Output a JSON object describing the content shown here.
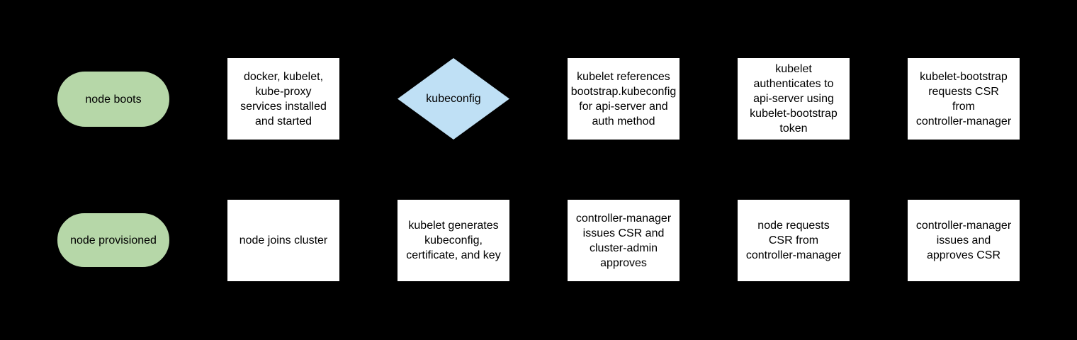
{
  "colors": {
    "background": "#000000",
    "terminator_fill": "#b6d7a8",
    "process_fill": "#ffffff",
    "decision_fill": "#bfe0f5",
    "text": "#000000"
  },
  "diagram": {
    "rows": [
      {
        "nodes": [
          {
            "type": "terminator",
            "label": "node boots"
          },
          {
            "type": "process",
            "label": "docker, kubelet,\nkube-proxy\nservices installed\nand started"
          },
          {
            "type": "decision",
            "label": "kubeconfig"
          },
          {
            "type": "process",
            "label": "kubelet references\nbootstrap.kubeconfig\nfor api-server and\nauth method"
          },
          {
            "type": "process",
            "label": "kubelet\nauthenticates to\napi-server using\nkubelet-bootstrap\ntoken"
          },
          {
            "type": "process",
            "label": "kubelet-bootstrap\nrequests CSR\nfrom\ncontroller-manager"
          }
        ]
      },
      {
        "nodes": [
          {
            "type": "terminator",
            "label": "node provisioned"
          },
          {
            "type": "process",
            "label": "node joins cluster"
          },
          {
            "type": "process",
            "label": "kubelet generates\nkubeconfig,\ncertificate, and key"
          },
          {
            "type": "process",
            "label": "controller-manager\nissues CSR and\ncluster-admin\napproves"
          },
          {
            "type": "process",
            "label": "node requests\nCSR from\ncontroller-manager"
          },
          {
            "type": "process",
            "label": "controller-manager\nissues and\napproves CSR"
          }
        ]
      }
    ]
  }
}
